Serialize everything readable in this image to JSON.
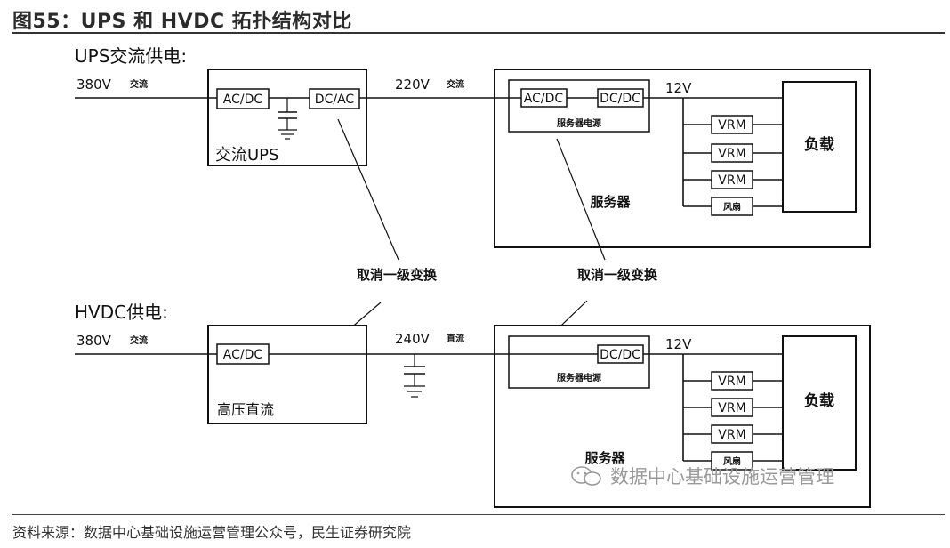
{
  "header": {
    "title": "图55：UPS 和 HVDC 拓扑结构对比"
  },
  "footer": {
    "source": "资料来源：数据中心基础设施运营管理公众号，民生证券研究院"
  },
  "watermark": {
    "text": "数据中心基础设施运营管理",
    "icon": "wechat-icon"
  },
  "diagram": {
    "ups": {
      "heading": "UPS交流供电:",
      "input_voltage": "380V",
      "input_type": "交流",
      "box_label": "交流UPS",
      "conv1": "AC/DC",
      "conv2": "DC/AC",
      "mid_voltage": "220V",
      "mid_type": "交流",
      "psu_conv1": "AC/DC",
      "psu_conv2": "DC/DC",
      "psu_label": "服务器电源",
      "rail_voltage": "12V",
      "vrm": [
        "VRM",
        "VRM",
        "VRM"
      ],
      "fan": "风扇",
      "load": "负载",
      "server_label": "服务器"
    },
    "annotation": "取消一级变换",
    "hvdc": {
      "heading": "HVDC供电:",
      "input_voltage": "380V",
      "input_type": "交流",
      "box_label": "高压直流",
      "conv1": "AC/DC",
      "mid_voltage": "240V",
      "mid_type": "直流",
      "psu_conv": "DC/DC",
      "psu_label": "服务器电源",
      "rail_voltage": "12V",
      "vrm": [
        "VRM",
        "VRM",
        "VRM"
      ],
      "fan": "风扇",
      "load": "负载",
      "server_label": "服务器"
    }
  }
}
